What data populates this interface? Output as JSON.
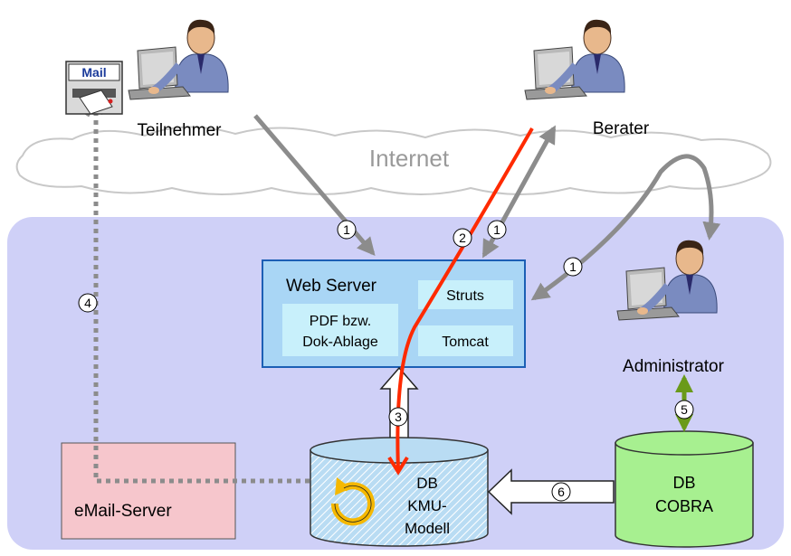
{
  "labels": {
    "teilnehmer": "Teilnehmer",
    "berater": "Berater",
    "internet": "Internet",
    "administrator": "Administrator",
    "mail_icon": "Mail"
  },
  "web_server": {
    "title": "Web Server",
    "struts": "Struts",
    "tomcat": "Tomcat",
    "pdf_line1": "PDF bzw.",
    "pdf_line2": "Dok-Ablage"
  },
  "email_server": {
    "label": "eMail-Server"
  },
  "db_kmu": {
    "line1": "DB",
    "line2": "KMU-",
    "line3": "Modell"
  },
  "db_cobra": {
    "line1": "DB",
    "line2": "COBRA"
  },
  "steps": {
    "teilnehmer_request": "1",
    "berater_request": "1",
    "admin_request": "1",
    "berater_response": "2",
    "db_access": "3",
    "email": "4",
    "cobra_sync": "5",
    "kmu_transfer": "6"
  },
  "colors": {
    "zone_fill": "#cfd0f7",
    "web_server_fill": "#a9d6f5",
    "web_server_border": "#1c5fb5",
    "email_fill": "#f6c6cc",
    "kmu_fill": "#b9dcf3",
    "cobra_fill": "#a7f090",
    "gray_arrow": "#8c8c8c",
    "red_line": "#ff2a00",
    "green_arrow": "#6a9a1a",
    "sync_icon": "#f5b800"
  }
}
